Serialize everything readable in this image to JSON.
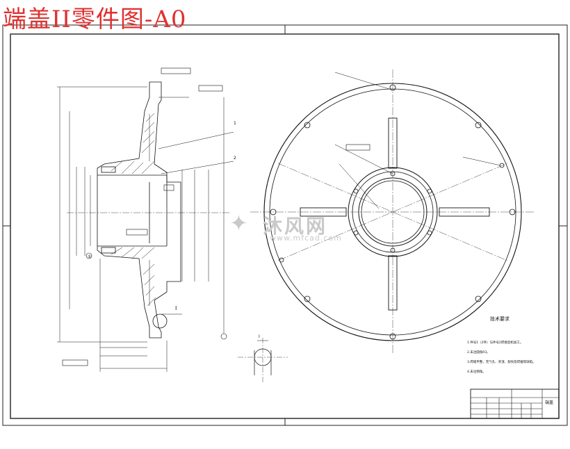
{
  "drawing": {
    "title": "端盖II零件图-A0",
    "watermark": {
      "brand": "沐风网",
      "url": "www.mfcad.com",
      "logo_icon": "mf-logo-icon"
    },
    "technical_requirements": {
      "title": "技术要求",
      "lines": [
        "1.件号1（2件）与件号2焊接后机加工。",
        "2.未注圆角R3。",
        "3.焊缝平整，无气孔、夹渣、裂纹及焊瘤等缺陷。",
        "4.未注倒角。"
      ]
    },
    "title_block": {
      "name": "端盖"
    },
    "labels": {
      "part_1": "1",
      "part_2": "2",
      "detail_marker": "I",
      "detail_view": "I",
      "datum": "①"
    },
    "colors": {
      "title": "#e03030",
      "line": "#111111",
      "watermark": "#c9c9c9"
    }
  }
}
